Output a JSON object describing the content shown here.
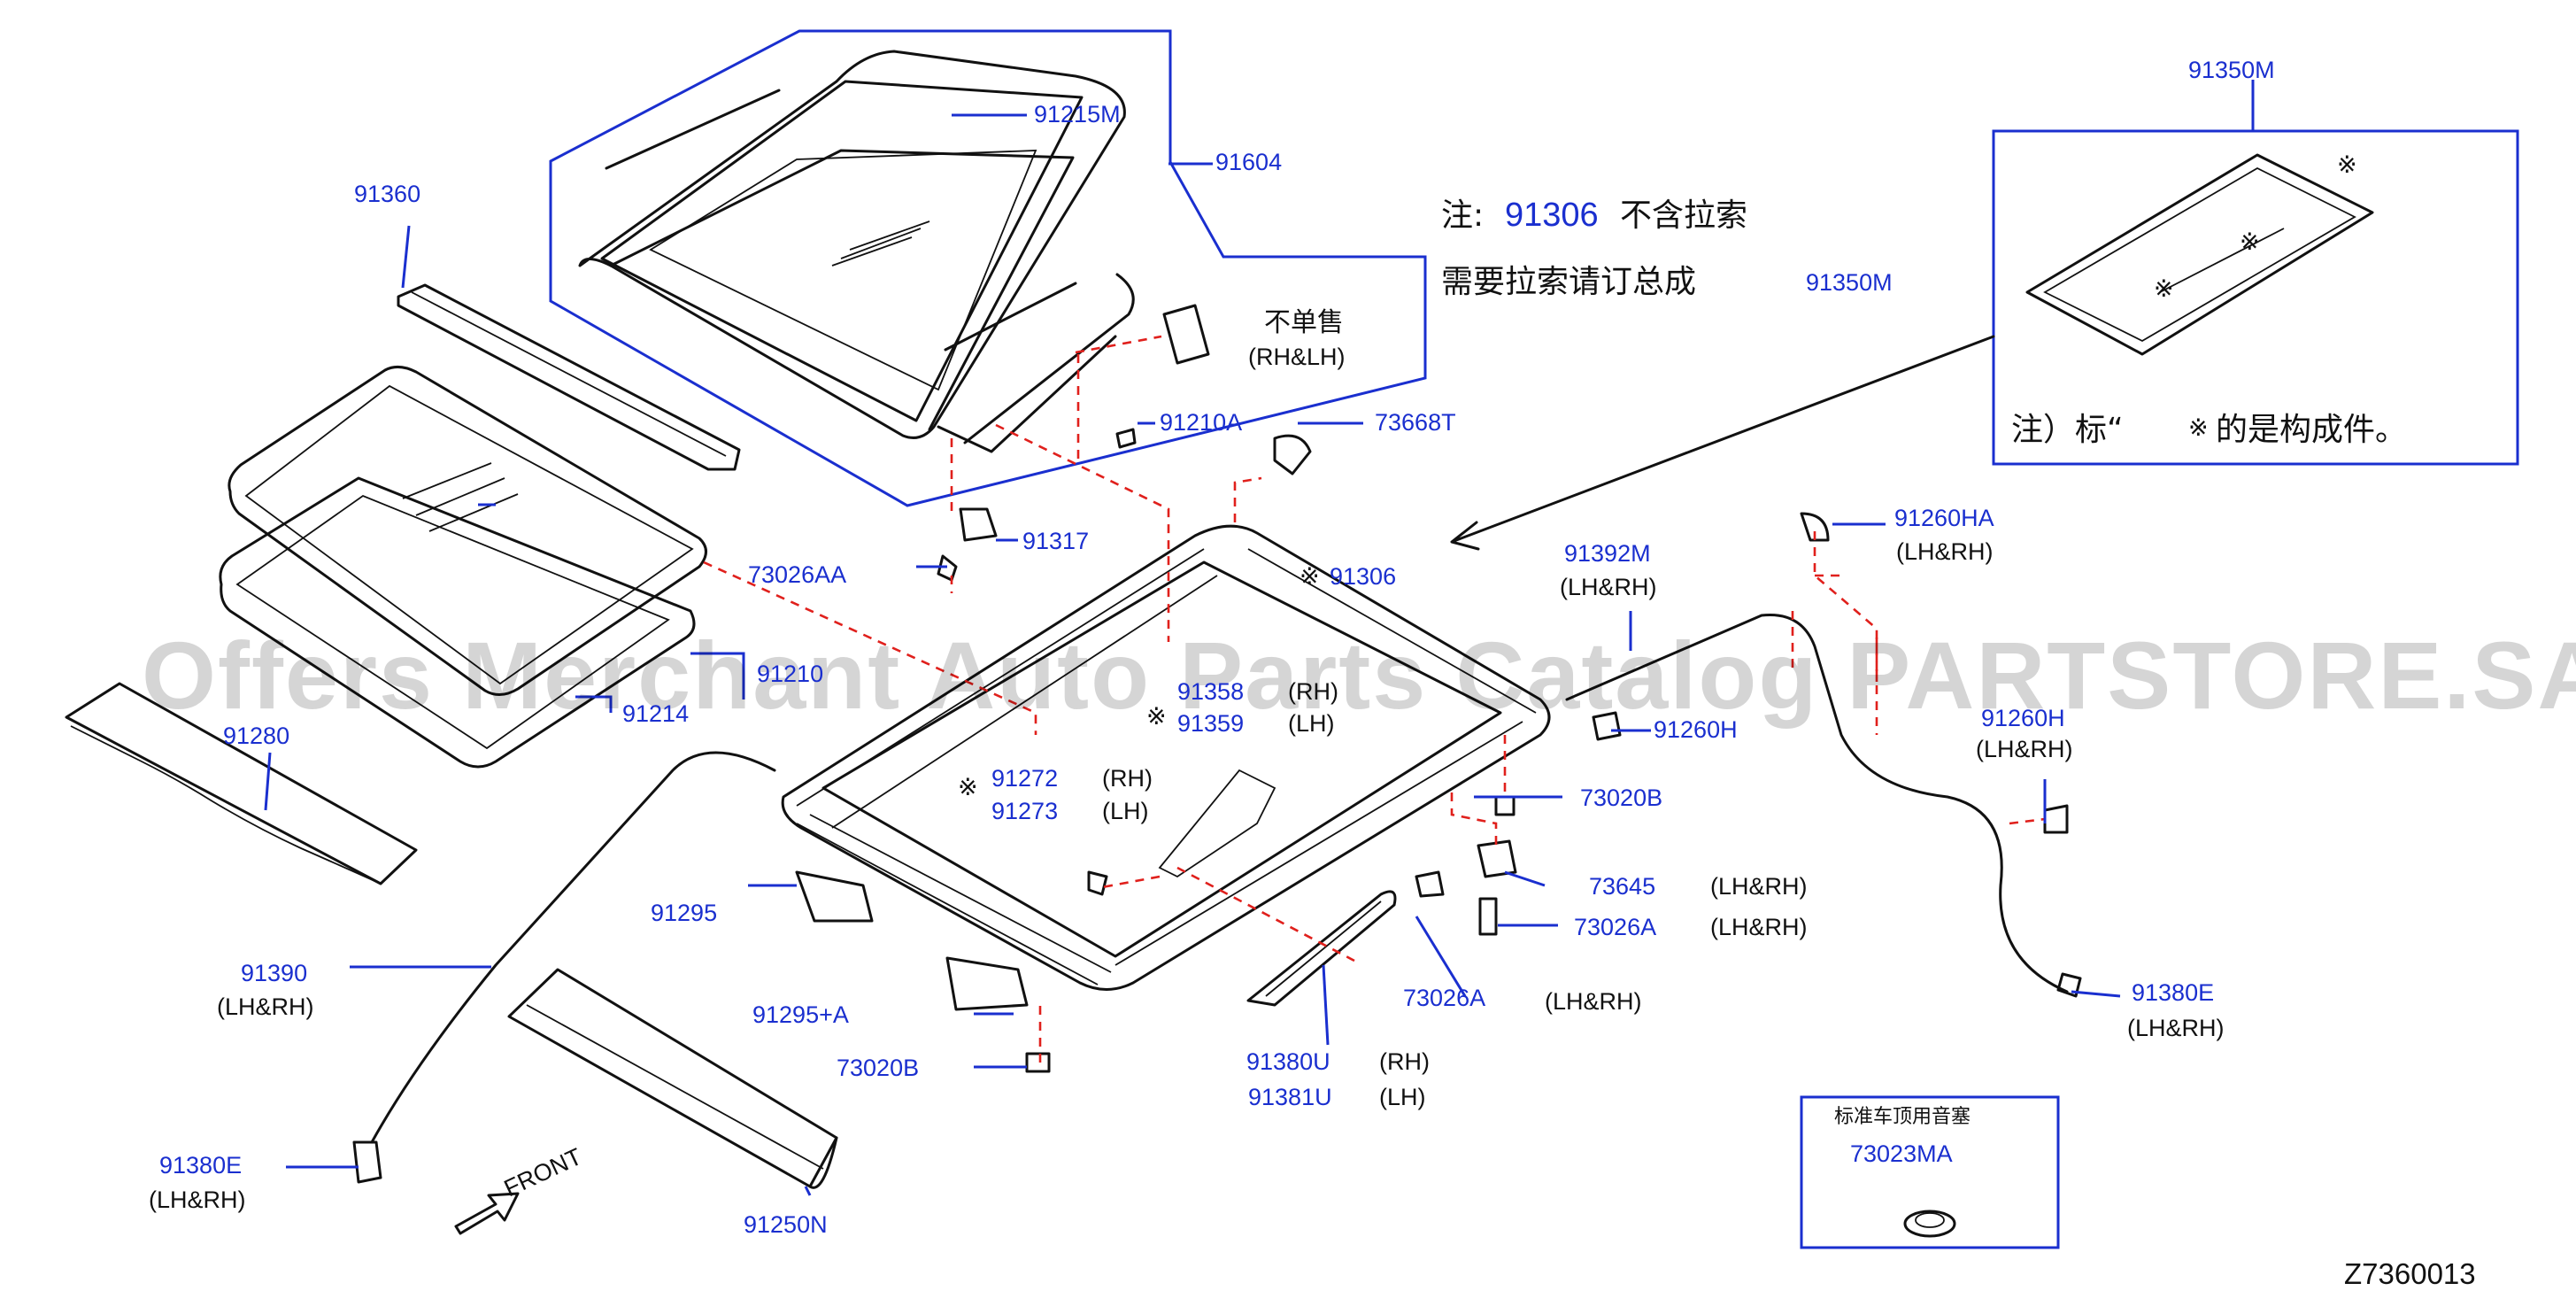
{
  "watermark": "Offers Merchant Auto Parts Catalog PARTSTORE.SA",
  "diagram_id": "Z7360013",
  "note": {
    "prefix": "注:",
    "part": "91306",
    "line1_suffix": "不含拉索",
    "line2": "需要拉索请订总成",
    "ref": "91350M"
  },
  "not_sold": {
    "text": "不单售",
    "side": "(RH&LH)"
  },
  "inset": {
    "title_part": "91350M",
    "note_prefix": "注）标“",
    "mark": "※",
    "note_suffix": "的是构成件。"
  },
  "std_box": {
    "title": "标准车顶用音塞",
    "part": "73023MA"
  },
  "front_label": "FRONT",
  "callouts": {
    "p91215M": "91215M",
    "p91604": "91604",
    "p91360": "91360",
    "p91210A": "91210A",
    "p73668T": "73668T",
    "p91317": "91317",
    "p73026AA": "73026AA",
    "p91306": "91306",
    "p91392M": "91392M",
    "p91392M_side": "(LH&RH)",
    "p91260HA": "91260HA",
    "p91260HA_side": "(LH&RH)",
    "p91210": "91210",
    "p91214": "91214",
    "p91358": "91358",
    "p91358_side": "(RH)",
    "p91359": "91359",
    "p91359_side": "(LH)",
    "p91260H_a": "91260H",
    "p91260H_b": "91260H",
    "p91260H_b_side": "(LH&RH)",
    "p91280": "91280",
    "p91272": "91272",
    "p91272_side": "(RH)",
    "p91273": "91273",
    "p91273_side": "(LH)",
    "p73020B_a": "73020B",
    "p73645": "73645",
    "p73645_side": "(LH&RH)",
    "p91295": "91295",
    "p73026A_a": "73026A",
    "p73026A_a_side": "(LH&RH)",
    "p91390": "91390",
    "p91390_side": "(LH&RH)",
    "p73026A_b": "73026A",
    "p73026A_b_side": "(LH&RH)",
    "p91295A": "91295+A",
    "p91380E_r": "91380E",
    "p91380E_r_side": "(LH&RH)",
    "p73020B_b": "73020B",
    "p91380U": "91380U",
    "p91380U_side": "(RH)",
    "p91381U": "91381U",
    "p91381U_side": "(LH)",
    "p91380E_l": "91380E",
    "p91380E_l_side": "(LH&RH)",
    "p91250N": "91250N"
  }
}
